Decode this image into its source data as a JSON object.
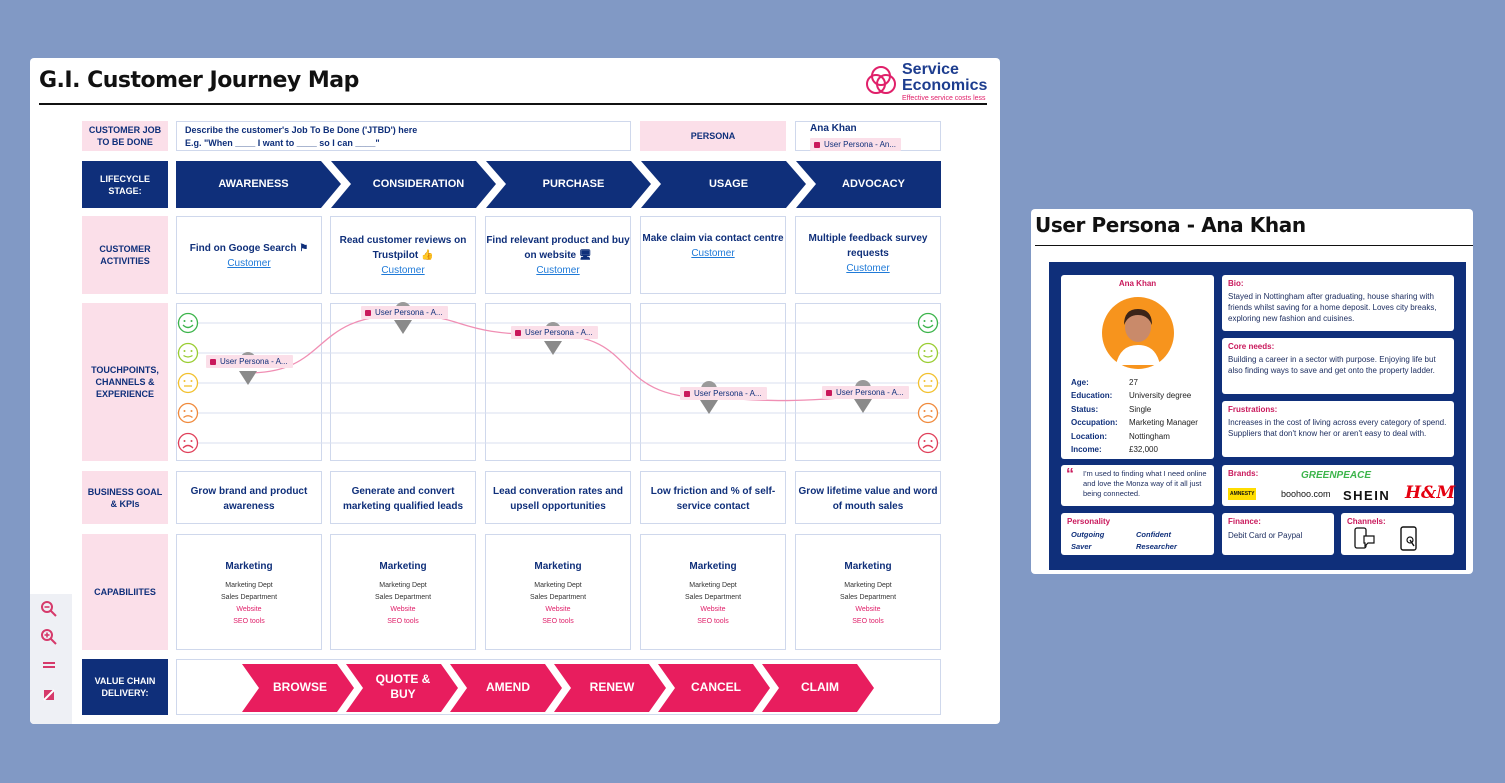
{
  "board": {
    "title": "G.I. Customer Journey Map",
    "logo": {
      "line1": "Service",
      "line2": "Economics",
      "tagline": "Effective service costs less"
    },
    "rows": {
      "job": "CUSTOMER JOB TO BE DONE",
      "lifecycle": "LIFECYCLE STAGE:",
      "activities": "CUSTOMER ACTIVITIES",
      "touchpoints": "TOUCHPOINTS, CHANNELS & EXPERIENCE",
      "goals": "BUSINESS GOAL & KPIs",
      "capabilities": "CAPABILIITES",
      "value": "VALUE CHAIN DELIVERY:"
    },
    "job": {
      "line1": "Describe the customer's Job To Be Done ('JTBD') here",
      "line2": "E.g. \"When ____ I want to ____ so I can ____\"",
      "persona_label": "PERSONA",
      "persona_name": "Ana Khan",
      "persona_tag": "User Persona - An..."
    },
    "stages": [
      "AWARENESS",
      "CONSIDERATION",
      "PURCHASE",
      "USAGE",
      "ADVOCACY"
    ],
    "activities": [
      {
        "text": "Find on Googe Search",
        "link": "Customer",
        "icon": "flag-icon"
      },
      {
        "text": "Read customer reviews on Trustpilot",
        "link": "Customer",
        "icon": "thumbs-up-icon"
      },
      {
        "text": "Find relevant product and buy on website",
        "link": "Customer",
        "icon": "monitor-icon"
      },
      {
        "text": "Make claim via contact centre",
        "link": "Customer",
        "icon": ""
      },
      {
        "text": "Multiple feedback survey requests",
        "link": "Customer",
        "icon": ""
      }
    ],
    "touch_tags": [
      "User Persona - A...",
      "User Persona - A...",
      "User Persona - A...",
      "User Persona - A...",
      "User Persona - A..."
    ],
    "experience_levels": [
      3,
      5,
      4,
      2,
      2
    ],
    "goals": [
      "Grow brand and product awareness",
      "Generate and convert marketing qualified leads",
      "Lead converation rates and upsell opportunities",
      "Low friction and % of self-service contact",
      "Grow lifetime value and word of mouth sales"
    ],
    "capabilities": {
      "title": "Marketing",
      "lines": [
        "Marketing Dept",
        "Sales Department"
      ],
      "pink": [
        "Website",
        "SEO tools"
      ]
    },
    "value_chain": [
      "BROWSE",
      "QUOTE & BUY",
      "AMEND",
      "RENEW",
      "CANCEL",
      "CLAIM"
    ]
  },
  "persona": {
    "title": "User Persona - Ana Khan",
    "name": "Ana Khan",
    "attributes": [
      {
        "k": "Age:",
        "v": "27"
      },
      {
        "k": "Education:",
        "v": "University degree"
      },
      {
        "k": "Status:",
        "v": "Single"
      },
      {
        "k": "Occupation:",
        "v": "Marketing Manager"
      },
      {
        "k": "Location:",
        "v": "Nottingham"
      },
      {
        "k": "Income:",
        "v": "£32,000"
      }
    ],
    "bio_h": "Bio:",
    "bio": "Stayed in Nottingham after graduating, house sharing with friends whilst saving for a home deposit. Loves city breaks, exploring new fashion and cuisines.",
    "needs_h": "Core needs:",
    "needs": "Building a career in a sector with purpose. Enjoying life but also finding ways to save and get onto the property ladder.",
    "frus_h": "Frustrations:",
    "frus": "Increases in the cost of living across every category of spend. Suppliers that don't know her or aren't easy to deal with.",
    "quote": "I'm used to finding what I need online and love the Monza way of it all just being connected.",
    "brands_h": "Brands:",
    "brands": [
      "GREENPEACE",
      "AMNESTY",
      "boohoo.com",
      "SHEIN",
      "H&M"
    ],
    "personality_h": "Personality",
    "personality": [
      "Outgoing",
      "Confident",
      "Saver",
      "Researcher"
    ],
    "finance_h": "Finance:",
    "finance": "Debit Card or Paypal",
    "channels_h": "Channels:"
  },
  "colors": {
    "navy": "#0f2f7a",
    "pink": "#e81d5e",
    "pinklight": "#fbdfe9",
    "bg": "#8199c5"
  }
}
